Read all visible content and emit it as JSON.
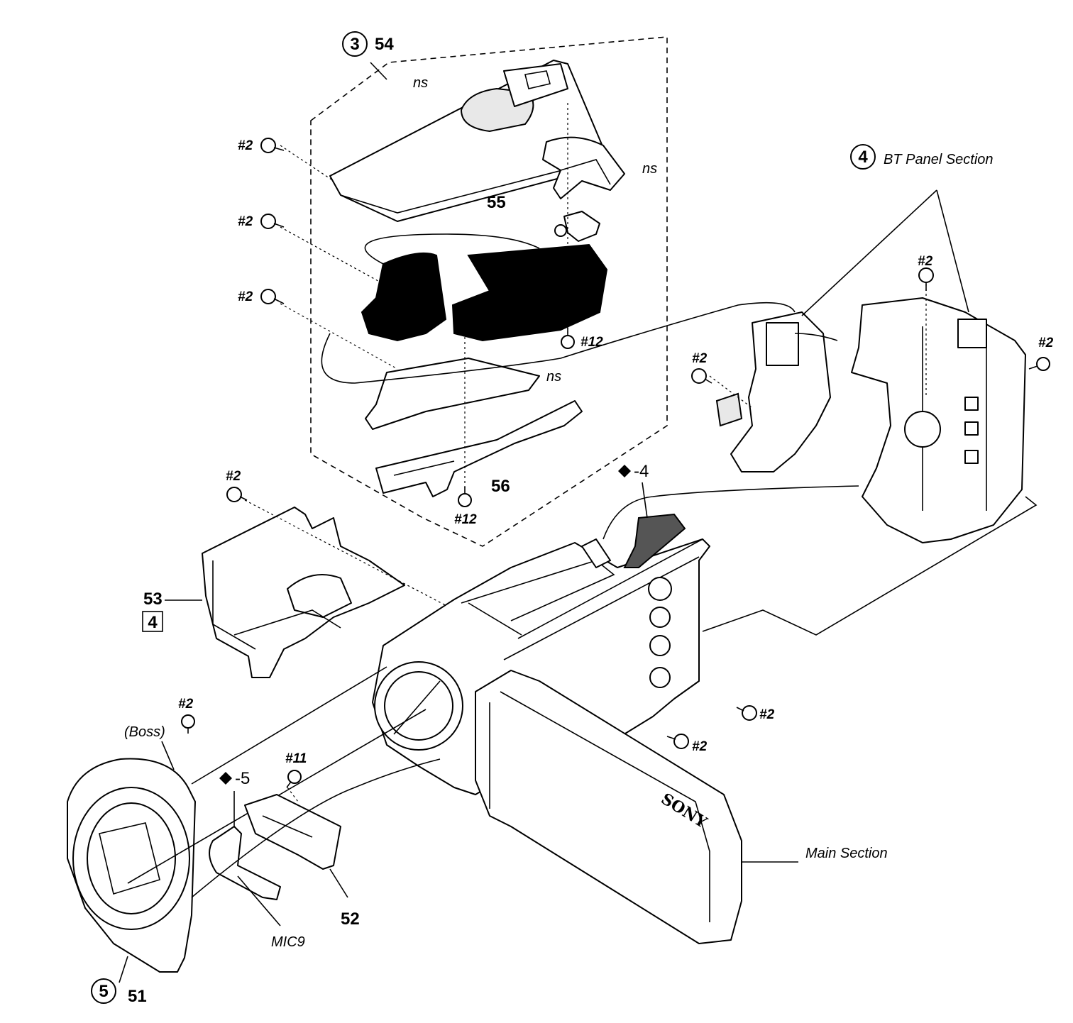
{
  "diagram": {
    "labels": {
      "ref_3": "3",
      "part_54": "54",
      "ns_top": "ns",
      "ns_switch": "ns",
      "ns_plate": "ns",
      "part_55": "55",
      "part_56": "56",
      "ref_4": "4",
      "bt_panel_section": "BT Panel Section",
      "part_53": "53",
      "box_4": "4",
      "diamond_4": "-4",
      "diamond_5": "-5",
      "boss": "(Boss)",
      "part_52": "52",
      "mic9": "MIC9",
      "ref_5": "5",
      "part_51": "51",
      "main_section": "Main Section",
      "brand": "SONY"
    },
    "screws": {
      "s2_a": "#2",
      "s2_b": "#2",
      "s2_c": "#2",
      "s12_a": "#12",
      "s12_b": "#12",
      "s2_bt_top": "#2",
      "s2_bt_left": "#2",
      "s2_bt_right": "#2",
      "s2_shield": "#2",
      "s2_body_right": "#2",
      "s2_body_bottom": "#2",
      "s2_lens": "#2",
      "s11": "#11"
    }
  }
}
